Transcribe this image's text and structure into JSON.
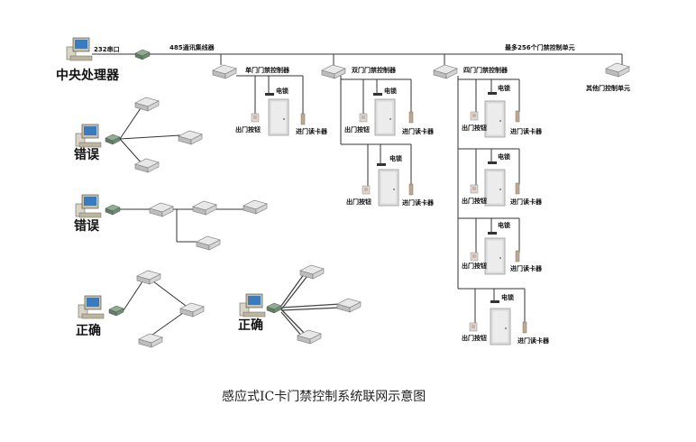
{
  "labels": {
    "port_232": "232串口",
    "bus_485": "485通讯集线器",
    "max_256": "最多256个门禁控制单元",
    "central": "中央处理器",
    "ctrl_single": "单门门禁控制器",
    "ctrl_double": "双门门禁控制器",
    "ctrl_quad": "四门门禁控制器",
    "ctrl_other": "其他门控制单元",
    "lock": "电锁",
    "exit_button": "出门按钮",
    "card_reader": "进门读卡器",
    "wrong": "错误",
    "right": "正确",
    "caption": "感应式IC卡门禁控制系统联网示意图"
  }
}
